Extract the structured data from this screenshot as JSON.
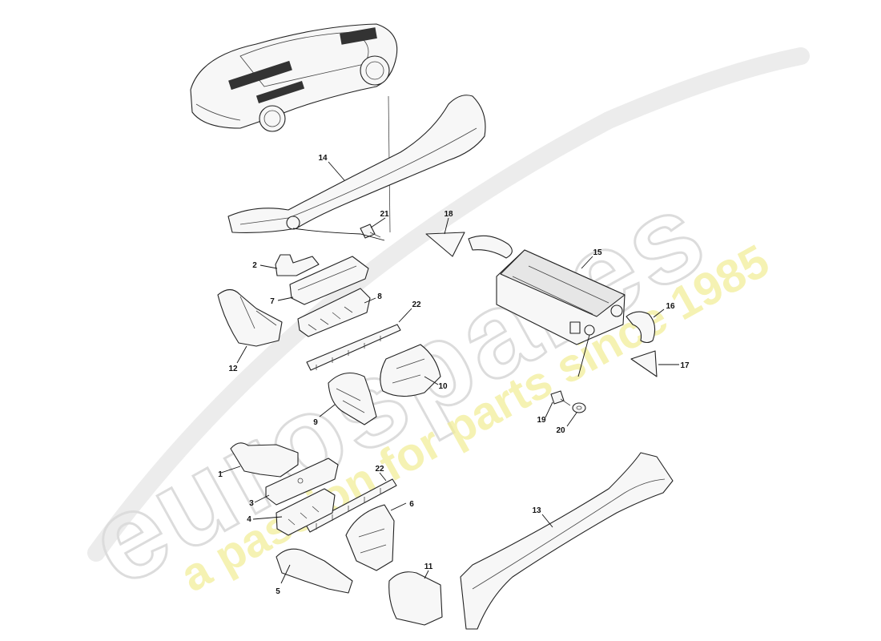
{
  "watermark": {
    "brand": "eurospares",
    "tagline": "a passion for parts since 1985",
    "tagline_color": "#f2ee9a"
  },
  "callouts": [
    "1",
    "2",
    "3",
    "4",
    "5",
    "6",
    "7",
    "8",
    "9",
    "10",
    "11",
    "12",
    "13",
    "14",
    "15",
    "16",
    "17",
    "18",
    "19",
    "20",
    "21",
    "22",
    "22"
  ]
}
